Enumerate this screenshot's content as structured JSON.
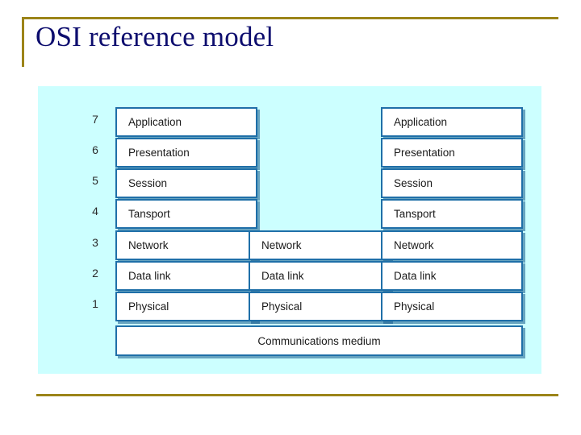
{
  "slide": {
    "title": "OSI reference model",
    "accent_color": "#9c8419",
    "title_color": "#0d0d6e",
    "canvas_color": "#ccffff",
    "box_border_color": "#1f6fa8"
  },
  "diagram": {
    "layer_numbers": [
      "7",
      "6",
      "5",
      "4",
      "3",
      "2",
      "1"
    ],
    "host_left": {
      "name": "left-host-stack",
      "layers": [
        "Application",
        "Presentation",
        "Session",
        "Tansport",
        "Network",
        "Data link",
        "Physical"
      ]
    },
    "router_middle": {
      "name": "middle-router-stack",
      "layers": [
        "Network",
        "Data link",
        "Physical"
      ]
    },
    "host_right": {
      "name": "right-host-stack",
      "layers": [
        "Application",
        "Presentation",
        "Session",
        "Tansport",
        "Network",
        "Data link",
        "Physical"
      ]
    },
    "medium": {
      "label": "Communications medium"
    }
  }
}
